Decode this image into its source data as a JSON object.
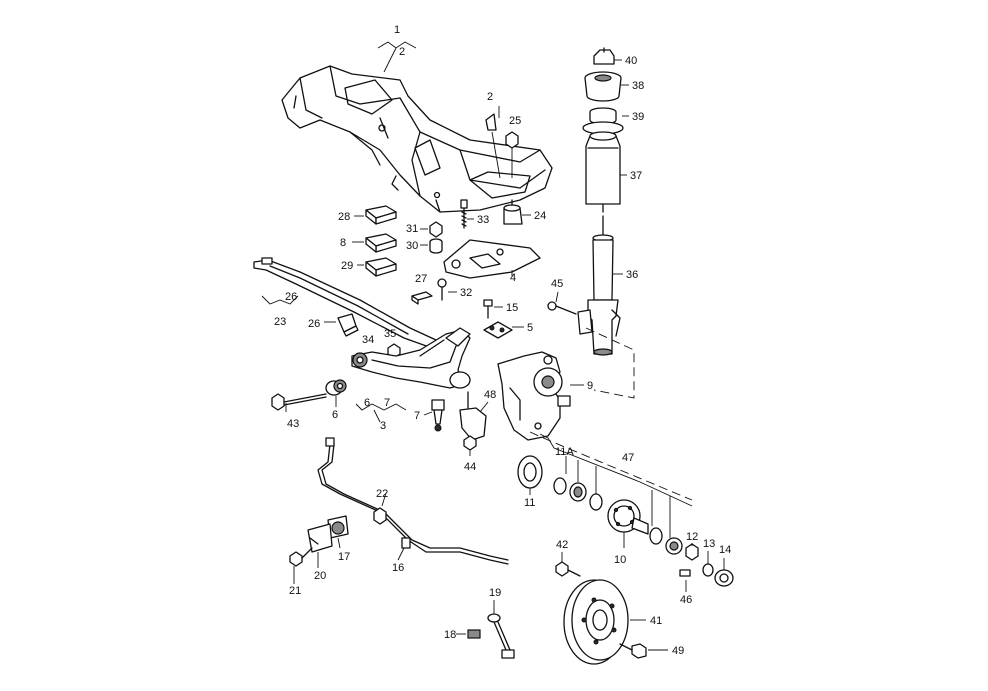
{
  "callouts": {
    "c1": "1",
    "c2": "2",
    "c2b": "2",
    "c3": "3",
    "c4": "4",
    "c5": "5",
    "c6": "6",
    "c6b": "6",
    "c7": "7",
    "c7b": "7",
    "c8": "8",
    "c9": "9",
    "c10": "10",
    "c11": "11",
    "c11a": "11A",
    "c12": "12",
    "c13": "13",
    "c14": "14",
    "c15": "15",
    "c16": "16",
    "c17": "17",
    "c18": "18",
    "c19": "19",
    "c20": "20",
    "c21": "21",
    "c22": "22",
    "c23": "23",
    "c24": "24",
    "c25": "25",
    "c26": "26",
    "c26b": "26",
    "c27": "27",
    "c28": "28",
    "c29": "29",
    "c30": "30",
    "c31": "31",
    "c32": "32",
    "c33": "33",
    "c34": "34",
    "c35": "35",
    "c36": "36",
    "c37": "37",
    "c38": "38",
    "c39": "39",
    "c40": "40",
    "c41": "41",
    "c42": "42",
    "c43": "43",
    "c44": "44",
    "c45": "45",
    "c46": "46",
    "c47": "47",
    "c48": "48",
    "c49": "49"
  }
}
